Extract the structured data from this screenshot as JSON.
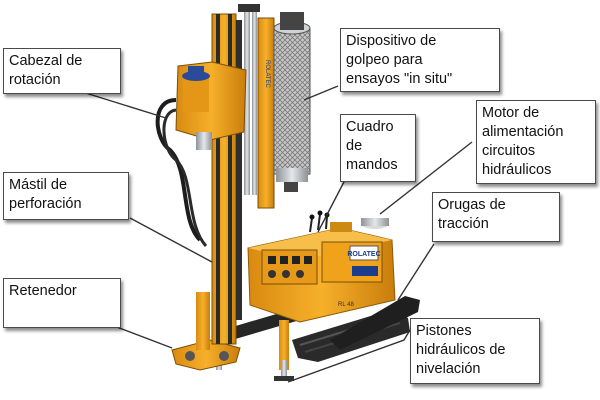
{
  "diagram": {
    "callouts": [
      {
        "id": "cabezal",
        "lines": [
          "Cabezal de",
          "rotación"
        ]
      },
      {
        "id": "mastil",
        "lines": [
          "Mástil de",
          "perforación"
        ]
      },
      {
        "id": "retenedor",
        "lines": [
          "Retenedor"
        ]
      },
      {
        "id": "golpeo",
        "lines": [
          "Dispositivo de",
          "golpeo para",
          "ensayos \"in situ\""
        ]
      },
      {
        "id": "cuadro",
        "lines": [
          "Cuadro",
          "de",
          "mandos"
        ]
      },
      {
        "id": "motor",
        "lines": [
          "Motor de",
          "alimentación",
          "circuitos",
          "hidráulicos"
        ]
      },
      {
        "id": "orugas",
        "lines": [
          "Orugas de",
          "tracción"
        ]
      },
      {
        "id": "pistones",
        "lines": [
          "Pistones",
          "hidráulicos de",
          "nivelación"
        ]
      }
    ],
    "machine_labels": {
      "brand_plate": "ROLATEC",
      "model_plate": "RL 48",
      "mast_decal": "ROLATEC"
    }
  },
  "colors": {
    "machine_orange": "#f2a31b",
    "machine_dark": "#2b2b2b",
    "metal": "#bfc3c7",
    "leader_line": "#333333"
  }
}
